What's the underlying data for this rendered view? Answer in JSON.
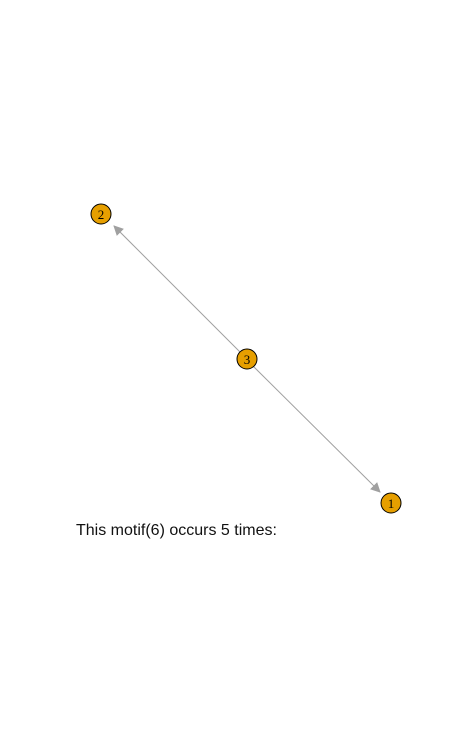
{
  "graph": {
    "node_color": "#E69F00",
    "edge_color": "#A0A0A0",
    "nodes": [
      {
        "id": "node-1",
        "label": "1"
      },
      {
        "id": "node-2",
        "label": "2"
      },
      {
        "id": "node-3",
        "label": "3"
      }
    ],
    "edges": [
      {
        "from": "3",
        "to": "2",
        "directed": true
      },
      {
        "from": "3",
        "to": "1",
        "directed": true
      }
    ]
  },
  "caption": "This motif(6) occurs 5 times:"
}
